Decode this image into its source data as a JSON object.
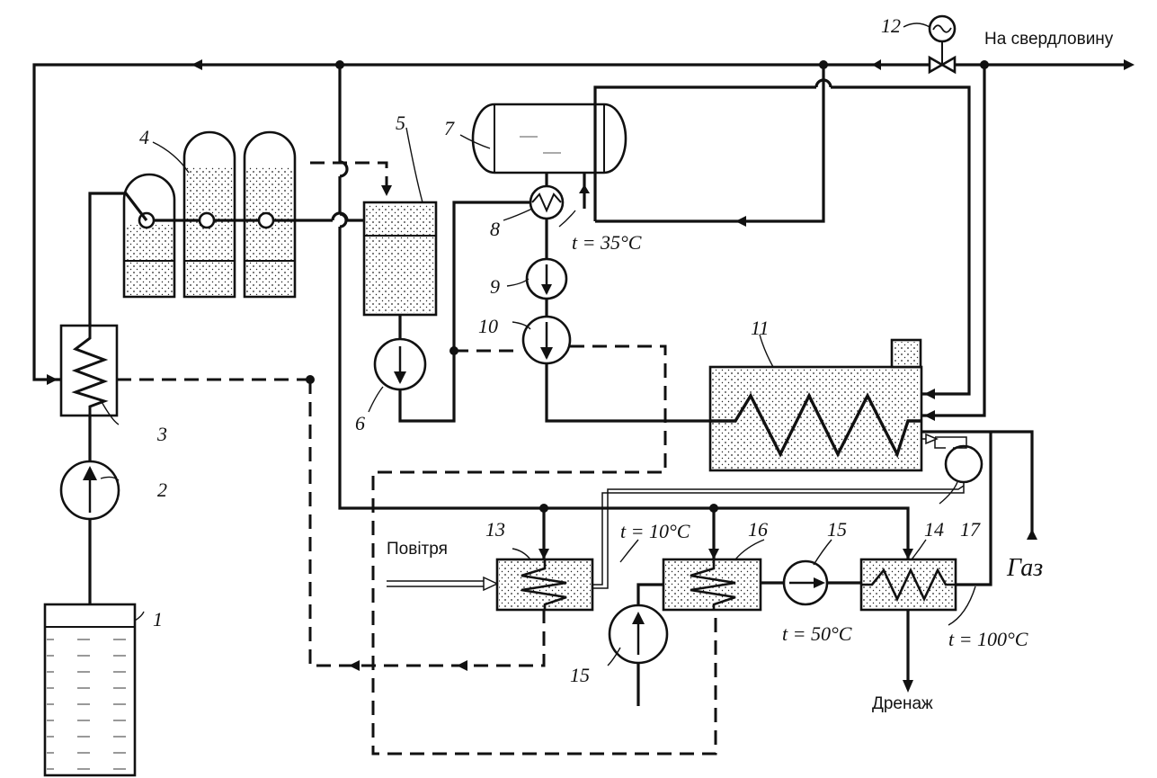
{
  "labels": {
    "to_well": "На свердловину",
    "air": "Повітря",
    "gas": "Газ",
    "drainage": "Дренаж"
  },
  "temperatures": {
    "t35": "t = 35°C",
    "t10": "t = 10°C",
    "t50": "t = 50°C",
    "t100": "t = 100°C"
  },
  "numbers": {
    "n1": "1",
    "n2": "2",
    "n3": "3",
    "n4": "4",
    "n5": "5",
    "n6": "6",
    "n7": "7",
    "n8": "8",
    "n9": "9",
    "n10": "10",
    "n11": "11",
    "n12": "12",
    "n13": "13",
    "n14": "14",
    "n15a": "15",
    "n15b": "15",
    "n16": "16",
    "n17": "17"
  }
}
